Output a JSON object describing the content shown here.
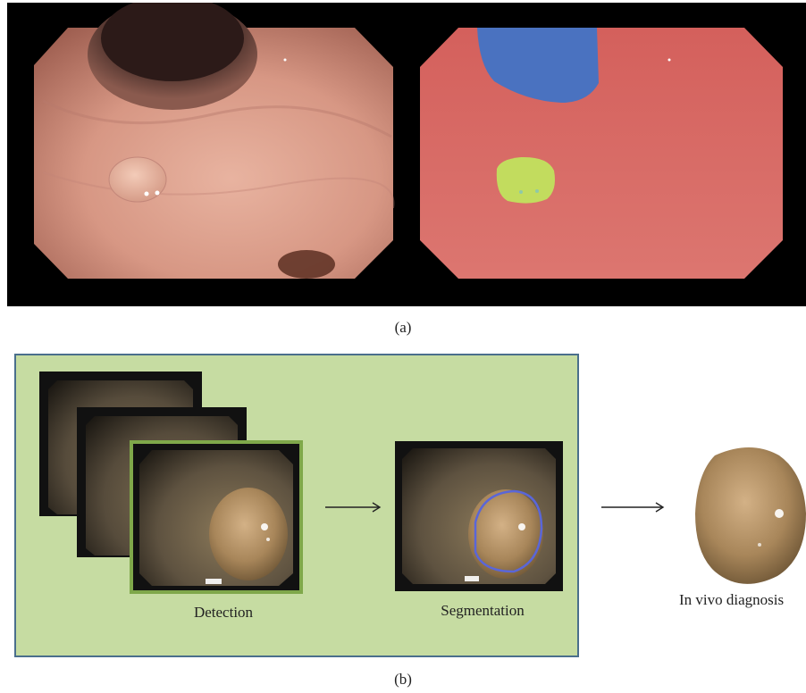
{
  "panel_a": {
    "caption": "(a)",
    "images": [
      {
        "name": "endoscopy-frame-raw"
      },
      {
        "name": "segmentation-mask",
        "colors": {
          "background": "#d86a66",
          "lumen": "#4a72c0",
          "polyp": "#c2dc5e"
        }
      }
    ]
  },
  "panel_b": {
    "caption": "(b)",
    "background_color": "#c6dca2",
    "border_color": "#4a6f8c",
    "stages": [
      {
        "label": "Detection",
        "highlight_color": "#7fa84a"
      },
      {
        "label": "Segmentation",
        "contour_color": "#5a66d8"
      },
      {
        "label": "In vivo diagnosis"
      }
    ]
  }
}
